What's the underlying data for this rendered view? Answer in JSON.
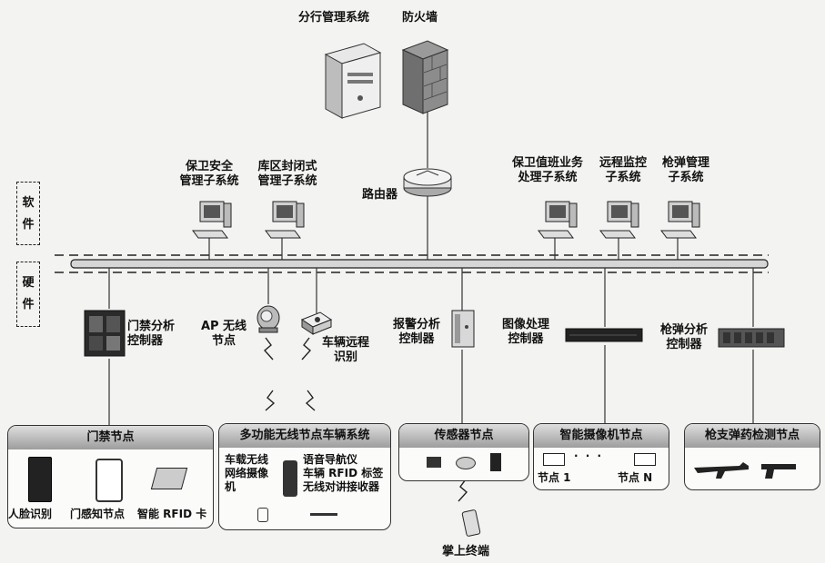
{
  "top": {
    "server_label": "分行管理系统",
    "firewall_label": "防火墙",
    "router_label": "路由器"
  },
  "software_section": {
    "label_1": "软",
    "label_2": "件"
  },
  "hardware_section": {
    "label_1": "硬",
    "label_2": "件"
  },
  "software_systems": [
    {
      "line1": "保卫安全",
      "line2": "管理子系统"
    },
    {
      "line1": "库区封闭式",
      "line2": "管理子系统"
    },
    {
      "line1": "保卫值班业务",
      "line2": "处理子系统"
    },
    {
      "line1": "远程监控",
      "line2": "子系统"
    },
    {
      "line1": "枪弹管理",
      "line2": "子系统"
    }
  ],
  "controllers": {
    "access": {
      "line1": "门禁分析",
      "line2": "控制器"
    },
    "ap": {
      "line1": "AP 无线",
      "line2": "节点"
    },
    "vehicle": {
      "line1": "车辆远程",
      "line2": "识别"
    },
    "alarm": {
      "line1": "报警分析",
      "line2": "控制器"
    },
    "image": {
      "line1": "图像处理",
      "line2": "控制器"
    },
    "gun": {
      "line1": "枪弹分析",
      "line2": "控制器"
    }
  },
  "nodes": {
    "access": {
      "title": "门禁节点",
      "item1": "人脸识别",
      "item2": "门感知节点",
      "item3": "智能 RFID 卡"
    },
    "wireless": {
      "title": "多功能无线节点车辆系统",
      "cam1": "车载无线",
      "cam2": "网络摄像",
      "cam3": "机",
      "nav1": "语音导航仪",
      "nav2": "车辆 RFID 标签",
      "nav3": "无线对讲接收器"
    },
    "sensor": {
      "title": "传感器节点",
      "handheld": "掌上终端"
    },
    "camera": {
      "title": "智能摄像机节点",
      "node1": "节点 1",
      "dots": "· · ·",
      "nodeN": "节点 N"
    },
    "gun": {
      "title": "枪支弹药检测节点"
    }
  }
}
